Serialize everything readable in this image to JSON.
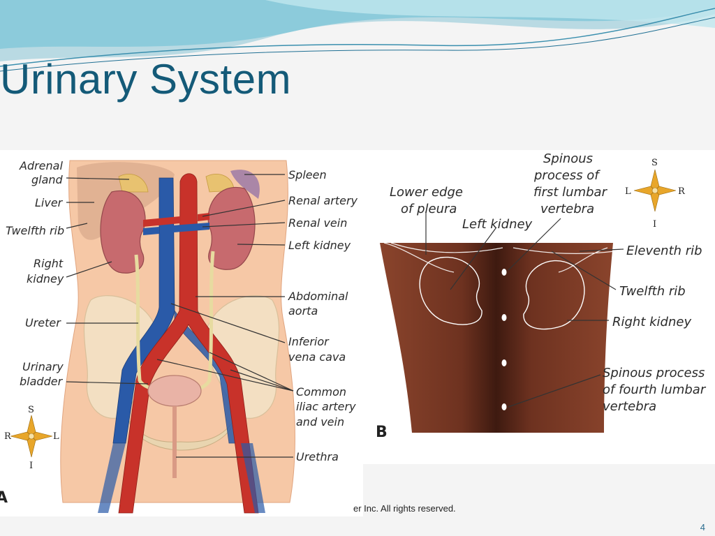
{
  "slide": {
    "title": "Urinary System",
    "copyright": "er Inc. All rights reserved.",
    "page_number": "4"
  },
  "figure_a": {
    "labels": {
      "adrenal_gland_1": "Adrenal",
      "adrenal_gland_2": "gland",
      "liver": "Liver",
      "twelfth_rib": "Twelfth rib",
      "right_kidney_1": "Right",
      "right_kidney_2": "kidney",
      "ureter": "Ureter",
      "urinary_bladder_1": "Urinary",
      "urinary_bladder_2": "bladder",
      "spleen": "Spleen",
      "renal_artery": "Renal artery",
      "renal_vein": "Renal vein",
      "left_kidney": "Left kidney",
      "abdominal_aorta_1": "Abdominal",
      "abdominal_aorta_2": "aorta",
      "inferior_vena_cava_1": "Inferior",
      "inferior_vena_cava_2": "vena cava",
      "common_iliac_1": "Common",
      "common_iliac_2": "iliac artery",
      "common_iliac_3": "and vein",
      "urethra": "Urethra"
    },
    "compass": {
      "top": "S",
      "left": "R",
      "right": "L",
      "bottom": "I"
    },
    "panel_letter": "A"
  },
  "figure_b": {
    "labels": {
      "lower_edge_pleura_1": "Lower edge",
      "lower_edge_pleura_2": "of pleura",
      "spinous_first_1": "Spinous",
      "spinous_first_2": "process of",
      "spinous_first_3": "first lumbar",
      "spinous_first_4": "vertebra",
      "left_kidney": "Left kidney",
      "eleventh_rib": "Eleventh rib",
      "twelfth_rib": "Twelfth rib",
      "right_kidney": "Right kidney",
      "spinous_fourth_1": "Spinous process",
      "spinous_fourth_2": "of fourth lumbar",
      "spinous_fourth_3": "vertebra"
    },
    "compass": {
      "top": "S",
      "left": "L",
      "right": "R",
      "bottom": "I"
    },
    "panel_letter": "B"
  },
  "colors": {
    "title": "#145a78",
    "wave_teal": "#5fb8cf",
    "artery": "#c8322a",
    "vein": "#2a5aa8",
    "kidney": "#c76a6e",
    "skin_back": "#7a3a26"
  }
}
